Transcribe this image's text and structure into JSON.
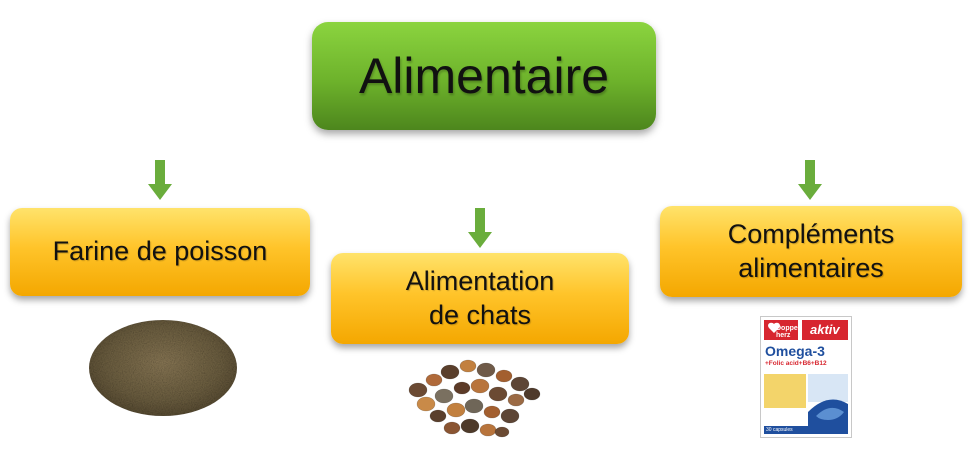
{
  "root": {
    "label": "Alimentaire",
    "color": "#6db22b"
  },
  "children": [
    {
      "label": "Farine de poisson",
      "image": "fish-meal-powder"
    },
    {
      "label": "Alimentation\nde chats",
      "image": "cat-kibble"
    },
    {
      "label": "Compléments\nalimentaires",
      "image": "omega-3-supplement-box"
    }
  ],
  "product": {
    "brand": "Doppel herz",
    "line": "aktiv",
    "name": "Omega-3",
    "sub": "+Folic acid+B6+B12",
    "count": "30 capsules"
  },
  "colors": {
    "arrow": "#6aad3c",
    "child_fill": "#ffc42a",
    "brand_red": "#d7262f",
    "brand_blue": "#1f4f9e"
  }
}
